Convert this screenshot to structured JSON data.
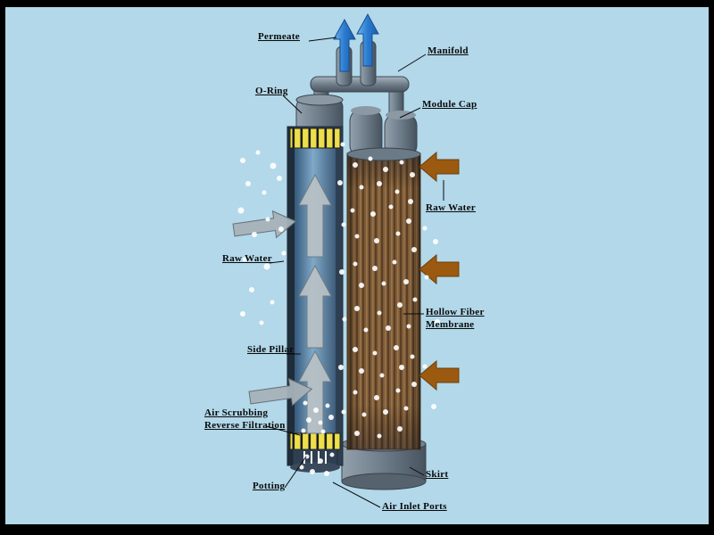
{
  "scene": {
    "background_color": "#b2d8e9",
    "frame_color": "#000000"
  },
  "labels": {
    "permeate": "Permeate",
    "manifold": "Manifold",
    "o_ring": "O-Ring",
    "module_cap": "Module Cap",
    "raw_water_right": "Raw Water",
    "raw_water_left": "Raw Water",
    "hollow_fiber_membrane": "Hollow Fiber\nMembrane",
    "side_pillar": "Side Pillar",
    "air_scrubbing": "Air Scrubbing\nReverse Filtration",
    "potting": "Potting",
    "air_inlet_ports": "Air Inlet Ports",
    "skirt": "Skirt"
  },
  "colors": {
    "permeate_arrow": "#2a7bd0",
    "raw_water_arrow": "#9c5a10",
    "internal_flow_arrow": "#b9c1c6",
    "potting_band": "#ecdf4a",
    "fiber": "#7d5b39",
    "label_text": "#0a0a0a"
  }
}
